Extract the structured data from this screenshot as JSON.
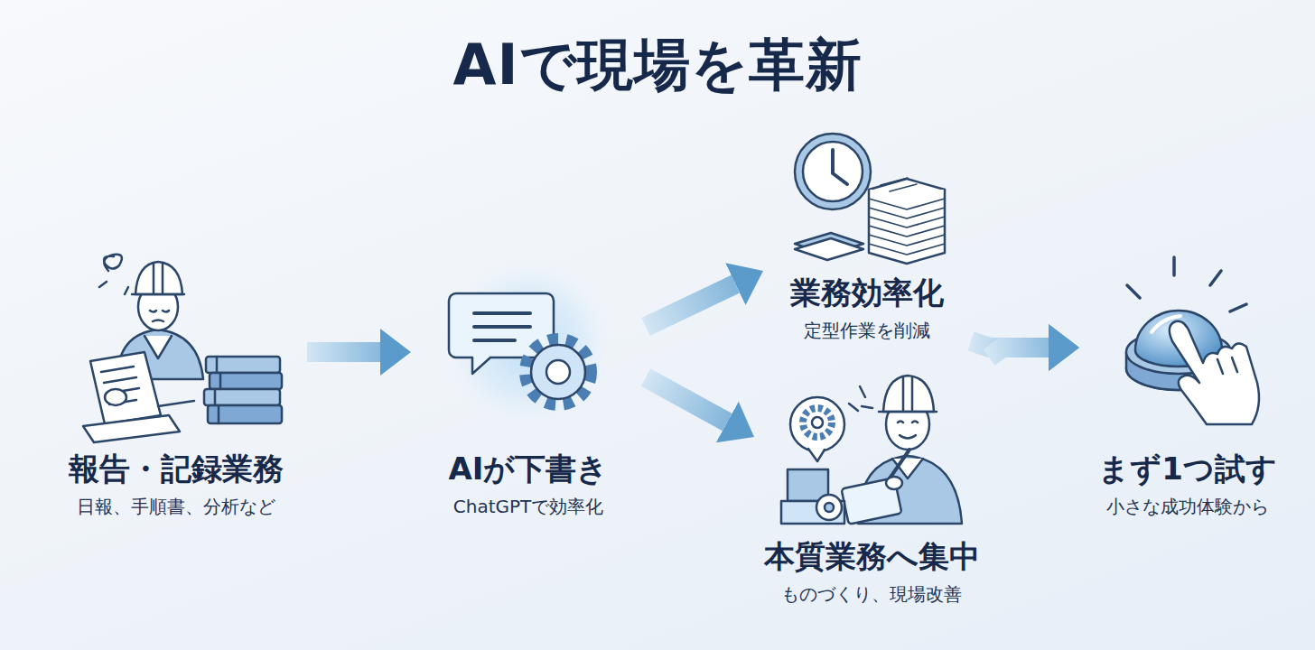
{
  "diagram": {
    "title": "AIで現場を革新",
    "nodes": [
      {
        "text": [
          "報告・記録業務",
          "日報、手順書、分析など"
        ]
      },
      {
        "text": [
          "AIが下書き",
          "ChatGPTで効率化"
        ]
      },
      {
        "text": [
          "業務効率化",
          "定型作業を削減"
        ]
      },
      {
        "text": [
          "本質業務へ集中",
          "ものづくり、現場改善"
        ]
      },
      {
        "text": [
          "まず1つ試す",
          "小さな成功体験から"
        ]
      }
    ],
    "edges": [
      {
        "from": 0,
        "to": 1,
        "arrow": "to"
      },
      {
        "from": 1,
        "to": 2,
        "arrow": "to"
      },
      {
        "from": 1,
        "to": 3,
        "arrow": "to"
      },
      {
        "from": 2,
        "to": 4,
        "arrow": "to"
      },
      {
        "from": 3,
        "to": 4,
        "arrow": "to"
      }
    ]
  }
}
